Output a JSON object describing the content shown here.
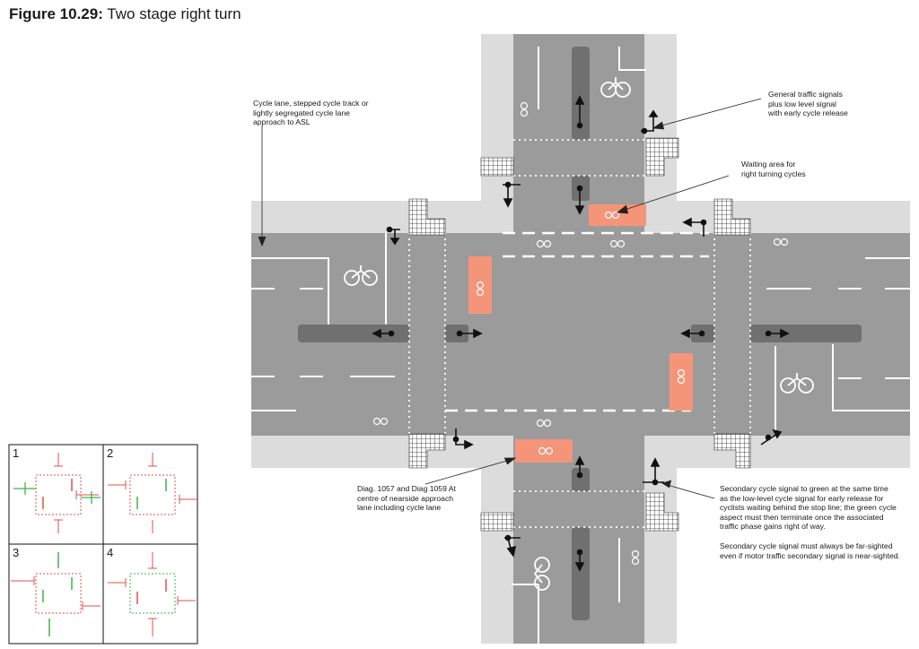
{
  "figure": {
    "label": "Figure 10.29:",
    "title": "Two stage right turn"
  },
  "notes": {
    "cycle_lane_approach": "Cycle lane, stepped cycle track or\nlightly segregated cycle lane\napproach to ASL",
    "general_signals": "General traffic signals\nplus low level signal\nwith early cycle release",
    "waiting_area": "Waiting area for\nright turning cycles",
    "diag_markings": "Diag. 1057 and Diag 1059 At\ncentre of nearside approach\nlane including cycle lane",
    "secondary_signal": "Secondary cycle signal  to green at the same time\nas the low-level cycle signal for early release for\ncyclists waiting behind the stop line; the green cycle\naspect must then terminate once the associated\ntraffic phase gains right of way.",
    "far_sighted": "Secondary cycle signal must always be far-sighted\neven if motor traffic secondary signal is near-sighted."
  },
  "phases": [
    {
      "number": "1"
    },
    {
      "number": "2"
    },
    {
      "number": "3"
    },
    {
      "number": "4"
    }
  ],
  "colors": {
    "road": "#9b9b9b",
    "pavement": "#dcdcdc",
    "island": "#707070",
    "waiting_area": "#f4957a",
    "marking": "#ffffff",
    "signal": "#111111",
    "phase_red": "#e0504a",
    "phase_green": "#3fb34a"
  }
}
